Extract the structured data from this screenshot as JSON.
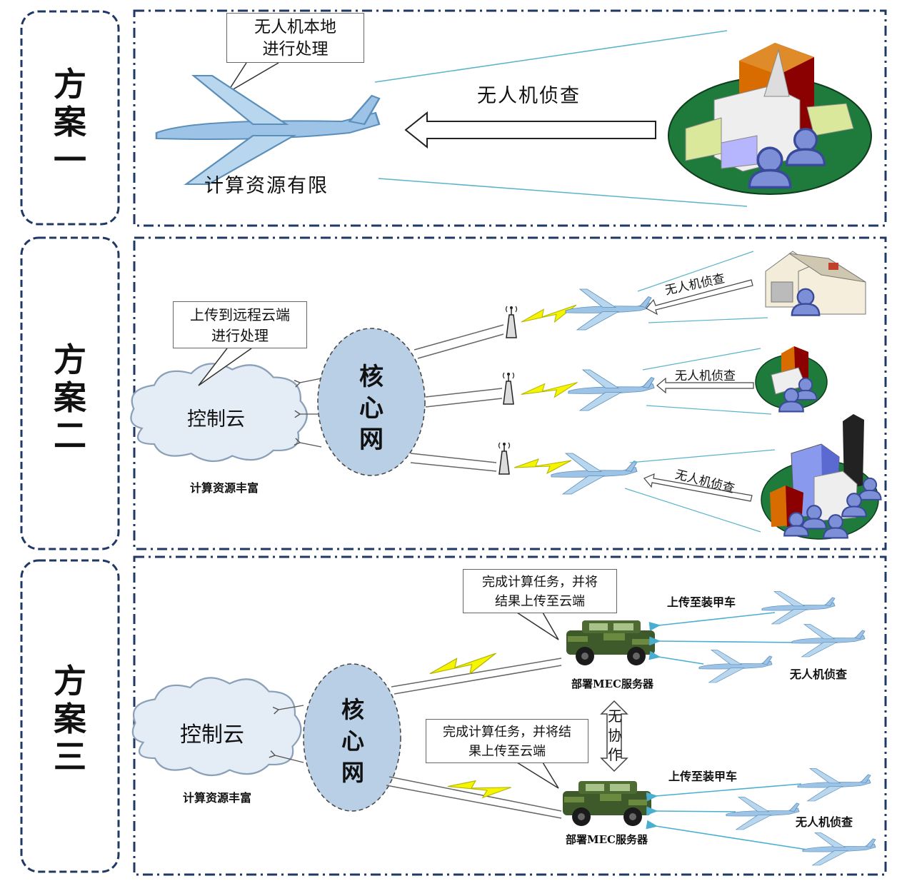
{
  "scheme1": {
    "title": "方案一",
    "callout": "无人机本地\n进行处理",
    "limited": "计算资源有限",
    "recon": "无人机侦查"
  },
  "scheme2": {
    "title": "方案二",
    "callout": "上传到远程云端\n进行处理",
    "cloud": "控制云",
    "core": "核心网",
    "rich": "计算资源丰富",
    "recon": [
      "无人机侦查",
      "无人机侦查",
      "无人机侦查"
    ]
  },
  "scheme3": {
    "title": "方案三",
    "callout_top": "完成计算任务，并将\n结果上传至云端",
    "callout_bottom": "完成计算任务，并将结\n果上传至云端",
    "cloud": "控制云",
    "core": "核心网",
    "rich": "计算资源丰富",
    "upload_top": "上传至装甲车",
    "upload_bottom": "上传至装甲车",
    "recon_top": "无人机侦查",
    "recon_bottom": "无人机侦查",
    "mec_top": "部署MEC服务器",
    "mec_bottom": "部署MEC服务器",
    "no_coop": "无协作"
  },
  "colors": {
    "frame": "#1f3864",
    "cloud": "#d9e4f2",
    "core": "#b8cfe6",
    "drone": "#9dc3e6",
    "lightning": "#f5f500",
    "ground": "#1e7b3c",
    "ray": "#5ab4c9"
  }
}
